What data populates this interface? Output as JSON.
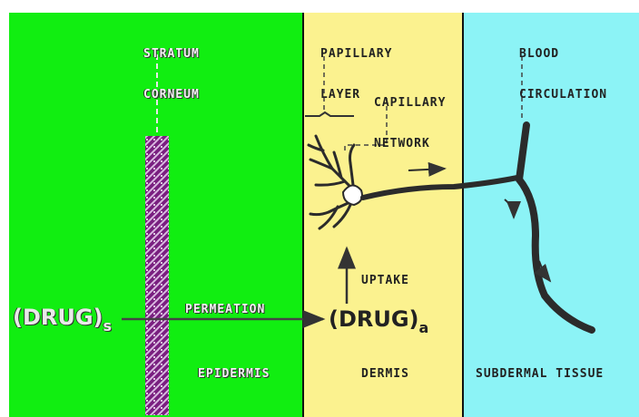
{
  "labels": {
    "stratum_corneum_line1": "STRATUM",
    "stratum_corneum_line2": "CORNEUM",
    "papillary_layer_line1": "PAPILLARY",
    "papillary_layer_line2": "LAYER",
    "capillary_network_line1": "CAPILLARY",
    "capillary_network_line2": "NETWORK",
    "blood_circulation_line1": "BLOOD",
    "blood_circulation_line2": "CIRCULATION",
    "permeation": "PERMEATION",
    "uptake": "UPTAKE",
    "epidermis": "EPIDERMIS",
    "dermis": "DERMIS",
    "subdermal_tissue": "SUBDERMAL TISSUE"
  },
  "drug_s": {
    "base": "(DRUG)",
    "subscript": "s"
  },
  "drug_a": {
    "base": "(DRUG)",
    "subscript": "a"
  },
  "colors": {
    "epidermis": "#11ee11",
    "dermis": "#fbf28f",
    "subdermal": "#8cf3f6",
    "stratum_corneum": "#8a2a8a",
    "vessel": "#333333"
  }
}
